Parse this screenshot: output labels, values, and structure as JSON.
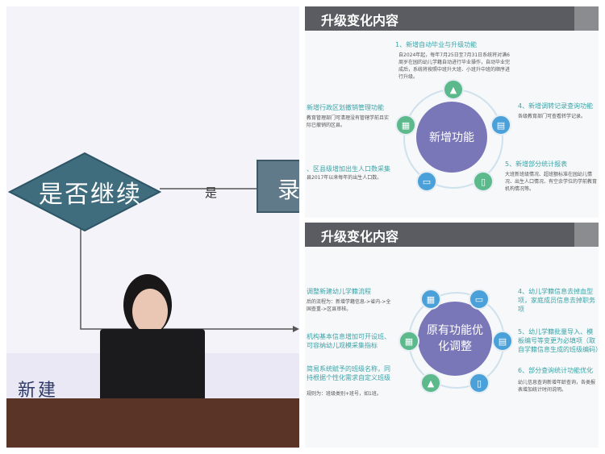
{
  "photo": {
    "flow_decision": "是否继续",
    "flow_yes": "是",
    "flow_record": "录",
    "bottom_text": "新建"
  },
  "slide1": {
    "title": "升级变化内容",
    "center": "新增功能",
    "items": [
      {
        "heading": "1、新增自动毕业与升级功能",
        "body": "自2024年起，每年7月25日至7月31日系统将对满6周岁在园的幼儿学籍自动进行毕业操作，自动毕业完成后，系统将按照中班升大班、小班升中班的顺序进行升级。"
      },
      {
        "heading": "新增行政区划撤销管理功能",
        "body": "教育管理部门可清理没有管辖学前且实际已撤销的区县。"
      },
      {
        "heading": "4、新增调转记录查询功能",
        "body": "各级教育部门可查看转学记录。"
      },
      {
        "heading": "、区县级增加出生人口数采集",
        "body": "县2017年以来每年的出生人口数。"
      },
      {
        "heading": "5、新增部分统计报表",
        "body": "大班新班级情况、超班额标准在园幼儿情况、出生人口情况、有空余学位的学前教育机构情况等。"
      }
    ],
    "colors": {
      "center": "#7a77b8",
      "node_green": "#5bb98c",
      "node_blue": "#4aa0d8",
      "node_teal": "#3aa4a9"
    }
  },
  "slide2": {
    "title": "升级变化内容",
    "center": "原有功能优化调整",
    "items": [
      {
        "heading": "调整新建幼儿学籍流程",
        "body": "后的流程为：新增学籍信息->省内->全国查重->区县审核。"
      },
      {
        "heading": "4、幼儿学籍信息去掉血型项，家庭成员信息去掉职务项",
        "body": ""
      },
      {
        "heading": "机构基本信息增加可开设班、可容纳幼儿观模采集指标",
        "body": ""
      },
      {
        "heading": "5、幼儿学籍批量导入、模板编号等变更为必填项（取自学籍信息生成的班级编码）",
        "body": ""
      },
      {
        "heading": "简易系统赋予的班级名称，同持根据个性化需求自定义班级",
        "body": "规则为：班级类别+班号，如1班。"
      },
      {
        "heading": "6、部分查询统计功能优化",
        "body": "幼儿信息查询新增年龄查询，各类报表增加统计时间说明。"
      }
    ]
  }
}
